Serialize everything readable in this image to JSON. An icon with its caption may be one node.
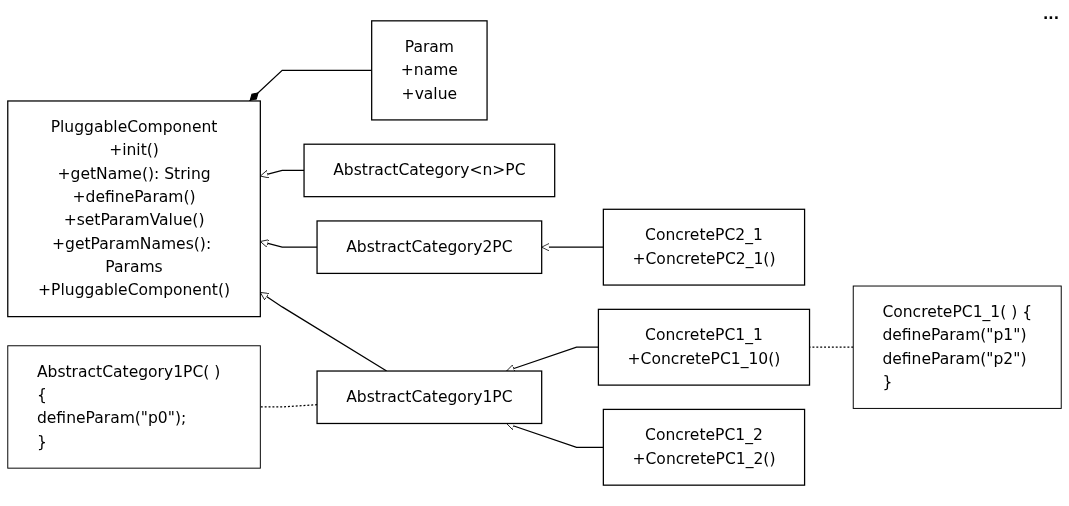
{
  "diagram": {
    "nodes": [
      {
        "text": [
          "Param",
          "+name",
          "+value"
        ]
      },
      {
        "text": [
          "PluggableComponent",
          "+init()",
          "+getName(): String",
          "+defineParam()",
          "+setParamValue()",
          "+getParamNames(): Params",
          "+PluggableComponent()"
        ]
      },
      {
        "text": [
          "AbstractCategory<n>PC"
        ]
      },
      {
        "text": [
          "AbstractCategory2PC"
        ]
      },
      {
        "text": [
          "ConcretePC2_1",
          "+ConcretePC2_1()"
        ]
      },
      {
        "text": [
          "AbstractCategory1PC"
        ]
      },
      {
        "text": [
          "AbstractCategory1PC( ) {",
          "defineParam(\"p0\");",
          "}"
        ]
      },
      {
        "text": [
          "ConcretePC1_1( ) {",
          "defineParam(\"p1\")",
          "defineParam(\"p2\")",
          "}"
        ]
      },
      {
        "text": [
          "ConcretePC1_1",
          "+ConcretePC1_10()"
        ]
      },
      {
        "text": [
          "ConcretePC1_2",
          "+ConcretePC1_2()"
        ]
      }
    ],
    "edges": [
      {
        "from": 0,
        "to": 1,
        "arrow": "other"
      },
      {
        "from": 2,
        "to": 1,
        "arrow": "to"
      },
      {
        "from": 3,
        "to": 1,
        "arrow": "to"
      },
      {
        "from": 5,
        "to": 1,
        "arrow": "to"
      },
      {
        "from": 4,
        "to": 3,
        "arrow": "to"
      },
      {
        "from": 5,
        "to": 6,
        "arrow": "none",
        "style": "dashed"
      },
      {
        "from": 8,
        "to": 5,
        "arrow": "to"
      },
      {
        "from": 9,
        "to": 5,
        "arrow": "to"
      },
      {
        "from": 7,
        "to": 8,
        "arrow": "none",
        "style": "dashed"
      }
    ],
    "labels": [
      "..."
    ]
  }
}
